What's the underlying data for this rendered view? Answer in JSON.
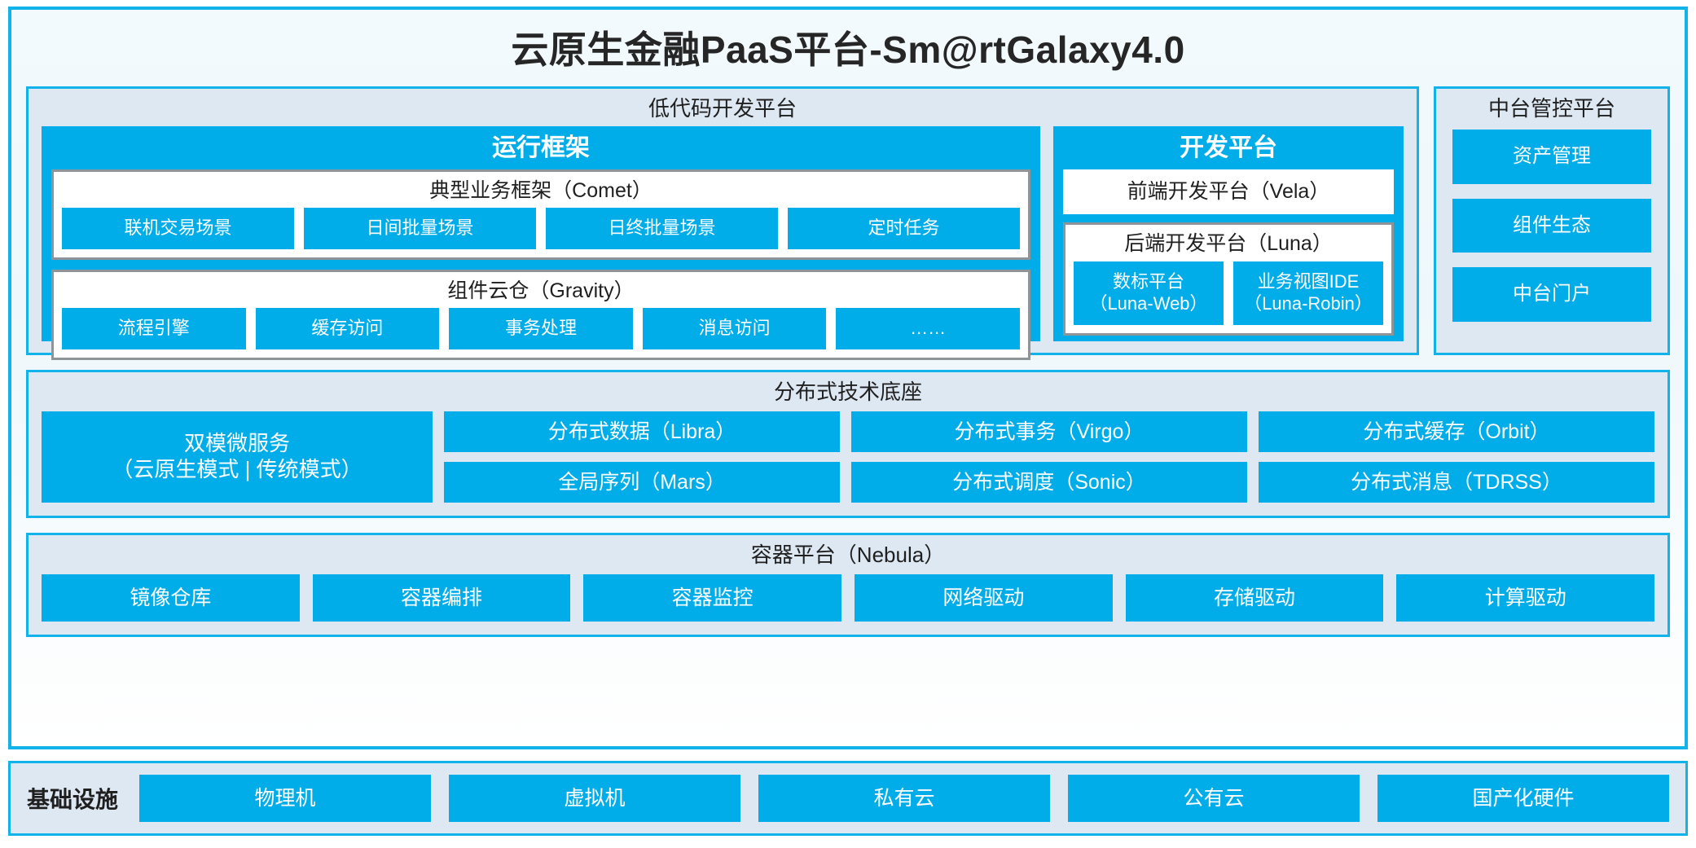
{
  "colors": {
    "accent_cyan": "#00ade8",
    "border_cyan": "#11b3ea",
    "panel_bg": "#dee8f3",
    "inner_border_gray": "#8e9498",
    "text_dark": "#1f1f1f",
    "text_light": "#ffffff"
  },
  "title": "云原生金融PaaS平台-Sm@rtGalaxy4.0",
  "lowcode": {
    "title": "低代码开发平台",
    "runtime": {
      "title": "运行框架",
      "groups": [
        {
          "title": "典型业务框架（Comet）",
          "chips": [
            "联机交易场景",
            "日间批量场景",
            "日终批量场景",
            "定时任务"
          ]
        },
        {
          "title": "组件云仓（Gravity）",
          "chips": [
            "流程引擎",
            "缓存访问",
            "事务处理",
            "消息访问",
            "……"
          ]
        }
      ]
    },
    "devplatform": {
      "title": "开发平台",
      "frontend_bar": "前端开发平台（Vela）",
      "backend": {
        "title": "后端开发平台（Luna）",
        "chips": [
          {
            "line1": "数标平台",
            "line2": "（Luna-Web）"
          },
          {
            "line1": "业务视图IDE",
            "line2": "（Luna-Robin）"
          }
        ]
      }
    }
  },
  "midoffice": {
    "title": "中台管控平台",
    "items": [
      "资产管理",
      "组件生态",
      "中台门户"
    ]
  },
  "base": {
    "title": "分布式技术底座",
    "wide_chip": {
      "line1": "双模微服务",
      "line2": "（云原生模式 | 传统模式）"
    },
    "columns": [
      [
        "分布式数据（Libra）",
        "全局序列（Mars）"
      ],
      [
        "分布式事务（Virgo）",
        "分布式调度（Sonic）"
      ],
      [
        "分布式缓存（Orbit）",
        "分布式消息（TDRSS）"
      ]
    ]
  },
  "container": {
    "title": "容器平台（Nebula）",
    "items": [
      "镜像仓库",
      "容器编排",
      "容器监控",
      "网络驱动",
      "存储驱动",
      "计算驱动"
    ]
  },
  "infra": {
    "label": "基础设施",
    "items": [
      "物理机",
      "虚拟机",
      "私有云",
      "公有云",
      "国产化硬件"
    ]
  }
}
